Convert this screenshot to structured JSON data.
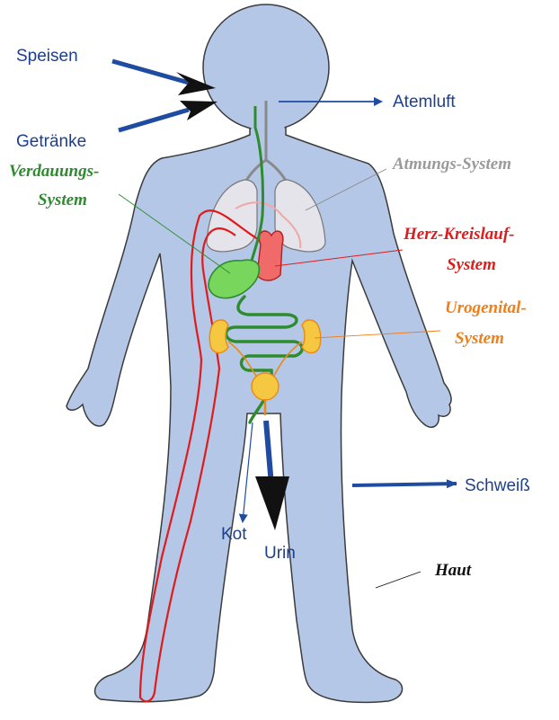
{
  "labels": {
    "speisen": "Speisen",
    "getraenke": "Getränke",
    "atemluft": "Atemluft",
    "verdauung_line1": "Verdauungs-",
    "verdauung_line2": "System",
    "atmung": "Atmungs-System",
    "herz_line1": "Herz-Kreislauf-",
    "herz_line2": "System",
    "urogenital_line1": "Urogenital-",
    "urogenital_line2": "System",
    "schweiss": "Schweiß",
    "kot": "Kot",
    "urin": "Urin",
    "haut": "Haut"
  },
  "colors": {
    "body_fill": "#b4c7e7",
    "body_stroke": "#3b3b3b",
    "io_text": "#1e3f8c",
    "io_arrow": "#1f4ba0",
    "digestive": "#2e8b2e",
    "digestive_fill": "#77d65b",
    "respiratory": "#9a9a9a",
    "lungs_fill": "#e4e4ea",
    "circulatory": "#e01b1b",
    "heart_fill": "#f06a6a",
    "urogenital": "#f07f1a",
    "kidney_fill": "#f6c842",
    "skin_text": "#111111"
  },
  "icons": [
    "input-arrow",
    "output-arrow",
    "lungs",
    "heart",
    "stomach",
    "kidney",
    "bladder",
    "intestine"
  ]
}
